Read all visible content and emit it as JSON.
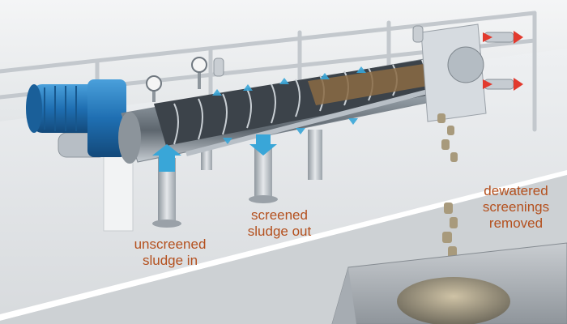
{
  "labels": {
    "unscreened": [
      "unscreened",
      "sludge in"
    ],
    "screened": [
      "screened",
      "sludge out"
    ],
    "dewatered": [
      "dewatered",
      "screenings",
      "removed"
    ]
  },
  "colors": {
    "label_text": "#b4501e",
    "motor_blue": "#1f6fb2",
    "steel": "#b9c2cb",
    "flow_arrow": "#39a6d8",
    "exit_arrow": "#e23a2e",
    "sludge": "#8a6a43"
  }
}
